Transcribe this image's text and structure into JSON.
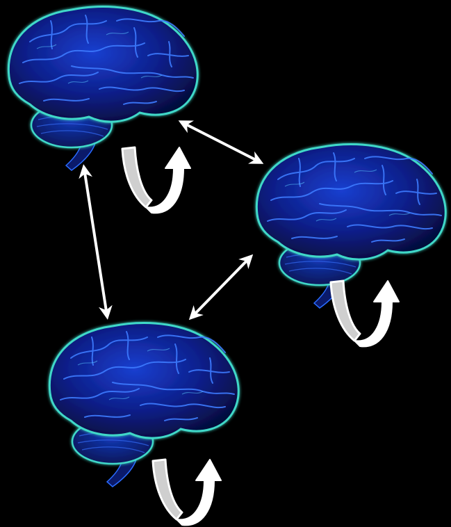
{
  "diagram": {
    "nodes": [
      {
        "id": "brain-top-left",
        "kind": "brain",
        "self_loop": true
      },
      {
        "id": "brain-right",
        "kind": "brain",
        "self_loop": true
      },
      {
        "id": "brain-bottom-left",
        "kind": "brain",
        "self_loop": true
      }
    ],
    "edges": [
      {
        "from": "brain-top-left",
        "to": "brain-right",
        "direction": "both"
      },
      {
        "from": "brain-top-left",
        "to": "brain-bottom-left",
        "direction": "both"
      },
      {
        "from": "brain-right",
        "to": "brain-bottom-left",
        "direction": "both"
      }
    ],
    "colors": {
      "background": "#000000",
      "brain_fill": "#0a1a6e",
      "brain_highlight": "#1e5bff",
      "brain_edge_glow": "#3fd8c8",
      "arrow": "#ffffff",
      "loop_shadow": "#cfcfcf"
    }
  }
}
